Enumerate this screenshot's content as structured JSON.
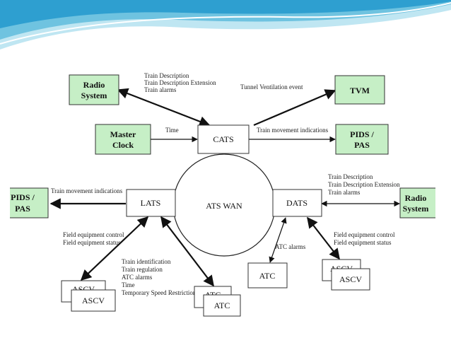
{
  "nodes": {
    "radio_left": [
      "Radio",
      "System"
    ],
    "master_clock": [
      "Master",
      "Clock"
    ],
    "cats": "CATS",
    "tvm": "TVM",
    "pids_right": [
      "PIDS /",
      "PAS"
    ],
    "pids_left": [
      "PIDS /",
      "PAS"
    ],
    "lats": "LATS",
    "ats_wan": "ATS WAN",
    "dats": "DATS",
    "radio_right": [
      "Radio",
      "System"
    ],
    "ascv_back_left": "ASCV",
    "ascv_front_left": "ASCV",
    "atc_back_mid": "ATC",
    "atc_front_mid": "ATC",
    "atc_right": "ATC",
    "ascv_back_right": "ASCV",
    "ascv_front_right": "ASCV"
  },
  "labels": {
    "radio_cats": [
      "Train Description",
      "Train Description Extension",
      "Train alarms"
    ],
    "tunnel": "Tunnel Ventilation event",
    "time": "Time",
    "cats_pids": "Train movement indications",
    "lats_pids": "Train movement indications",
    "dats_radio": [
      "Train Description",
      "Train Description Extension",
      "Train alarms"
    ],
    "lats_ascv": [
      "Field equipment control",
      "Field equipment status"
    ],
    "lats_atc": [
      "Train identification",
      "Train regulation",
      "ATC alarms",
      "Time",
      "Temporary Speed Restriction"
    ],
    "dats_atc": "ATC alarms",
    "dats_ascv": [
      "Field equipment control",
      "Field equipment status"
    ]
  },
  "colors": {
    "green_box": "#c6efc6",
    "banner_light": "#bfe6f2",
    "banner_mid": "#6fc3e0",
    "banner_dark": "#2e9fd0"
  }
}
